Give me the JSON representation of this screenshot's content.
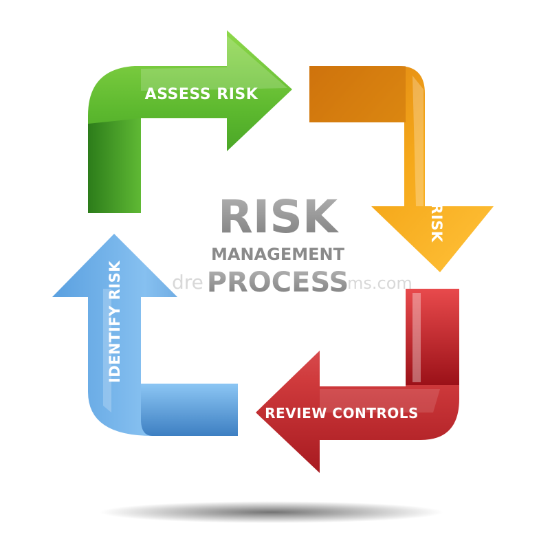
{
  "center": {
    "line1": "RISK",
    "line2": "MANAGEMENT",
    "line3": "PROCESS"
  },
  "steps": {
    "assess": {
      "label": "ASSESS RISK",
      "color": "#4aa22a"
    },
    "control": {
      "label": "CONTROL RISK",
      "color": "#f0a010"
    },
    "review": {
      "label": "REVIEW CONTROLS",
      "color": "#c8282e"
    },
    "identify": {
      "label": "IDENTIFY RISK",
      "color": "#4a90d0"
    }
  },
  "watermark": {
    "left": "dre",
    "right": "ms.com"
  },
  "colors": {
    "center_text": "#8a8a8a"
  }
}
